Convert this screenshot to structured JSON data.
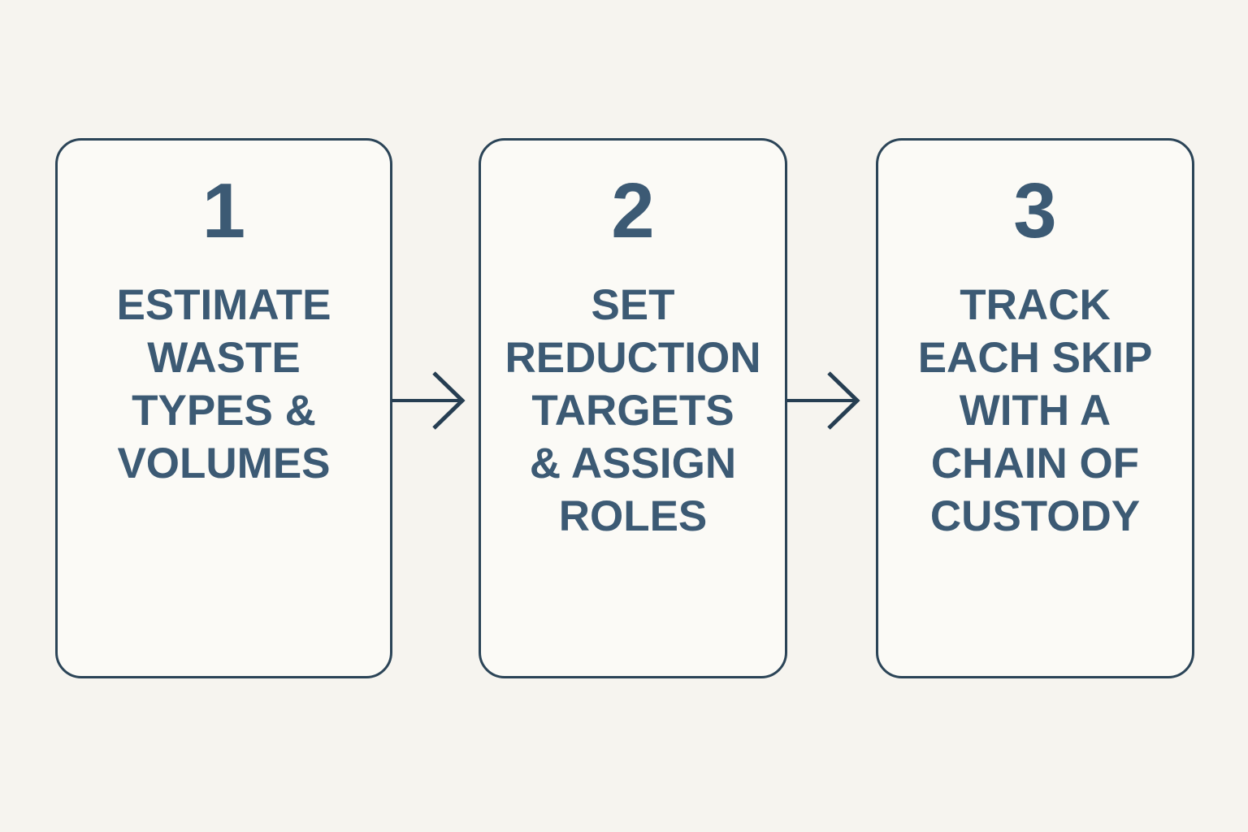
{
  "diagram": {
    "steps": [
      {
        "number": "1",
        "label": "ESTIMATE\nWASTE\nTYPES &\nVOLUMES"
      },
      {
        "number": "2",
        "label": "SET\nREDUCTION\nTARGETS\n& ASSIGN\nROLES"
      },
      {
        "number": "3",
        "label": "TRACK\nEACH SKIP\nWITH A\nCHAIN OF\nCUSTODY"
      }
    ],
    "colors": {
      "background": "#f6f4ef",
      "card_background": "#fbfaf6",
      "card_border": "#2b4457",
      "text": "#3c5a74",
      "arrow": "#263e52"
    }
  }
}
